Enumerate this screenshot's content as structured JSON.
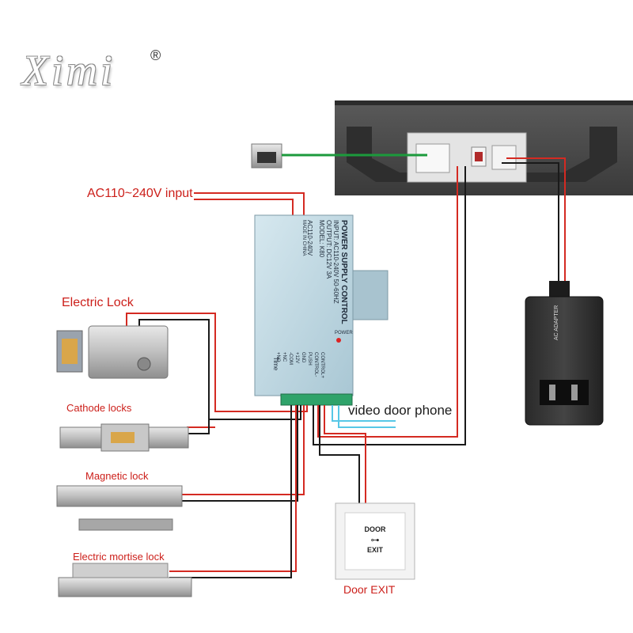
{
  "brand": {
    "logo_text": "Ximi",
    "registered_mark": "®"
  },
  "labels": {
    "ac_input": "AC110~240V input",
    "electric_lock": "Electric Lock",
    "cathode_locks": "Cathode locks",
    "magnetic_lock": "Magnetic lock",
    "electric_mortise_lock": "Electric mortise lock",
    "video_door_phone": "video door phone",
    "door_exit": "Door EXIT"
  },
  "power_supply": {
    "title": "POWER SUPPLY CONTROL",
    "input": "INPUT: AC110-240V 50-60HZ",
    "output": "OUTPUT: DC12V 3A",
    "model": "MODEL: K80",
    "ac_label": "AC110-240V",
    "made_in": "MADE IN CHINA",
    "power_led_label": "POWER",
    "timer_label": "Time",
    "terminals": [
      "+NO",
      "+NC",
      "-COM",
      "+12V",
      "GND",
      "PUSH",
      "CONTROL-",
      "CONTROL+"
    ]
  },
  "exit_button": {
    "line1": "DOOR",
    "line2": "EXIT"
  },
  "adapter": {
    "label": "AC ADAPTER"
  },
  "colors": {
    "wire_red": "#d42a22",
    "wire_black": "#1a1a1a",
    "wire_green": "#1c9a3c",
    "wire_cyan": "#57c7e6",
    "label_red": "#cc1f1a"
  }
}
